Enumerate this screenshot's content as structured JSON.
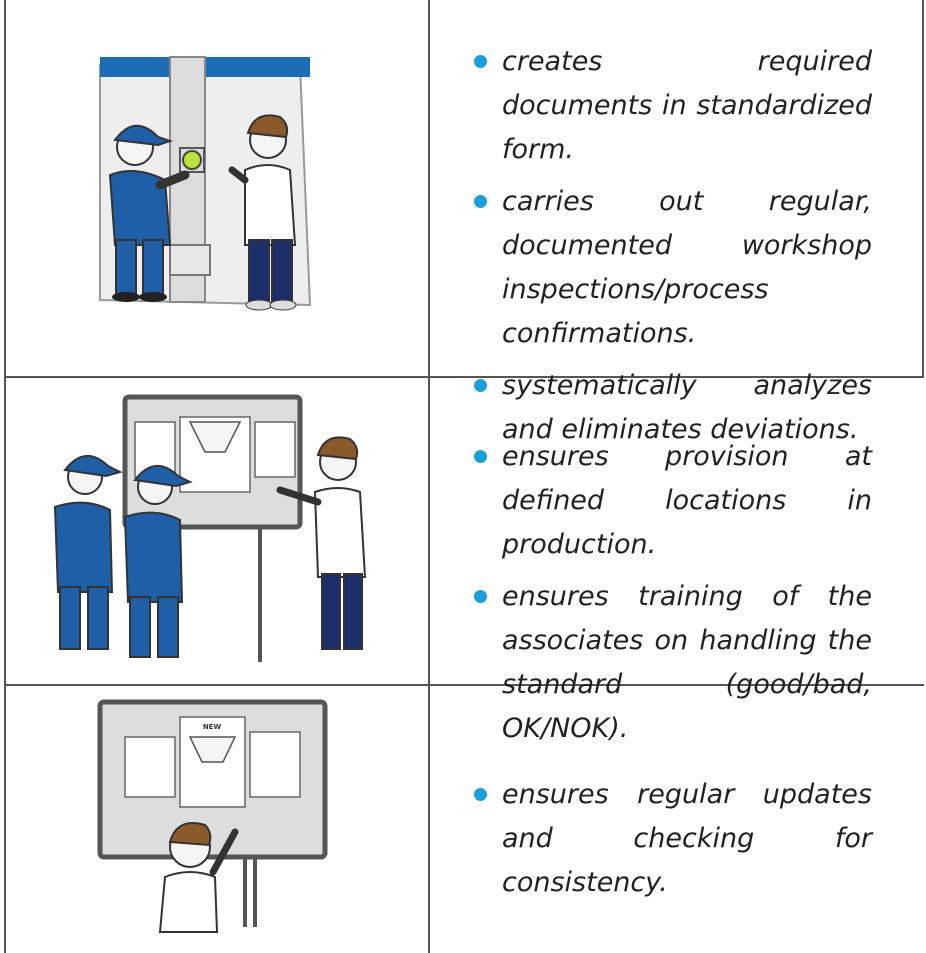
{
  "rows": [
    {
      "bullets": [
        "creates required documents in standardized form.",
        "carries out regular, document­ed workshop inspections/​pro­cess confirmations.",
        "systematically analyzes and eliminates deviations."
      ]
    },
    {
      "bullets": [
        "ensures provision at defined locations in production.",
        "ensures training of the associ­ates on handling the standard (good/bad, OK/NOK)."
      ]
    },
    {
      "bullets": [
        "ensures regular updates and checking for consistency."
      ]
    }
  ],
  "accent_color": "#1aa0d8",
  "illustration_labels": {
    "board_new": "NEW"
  }
}
